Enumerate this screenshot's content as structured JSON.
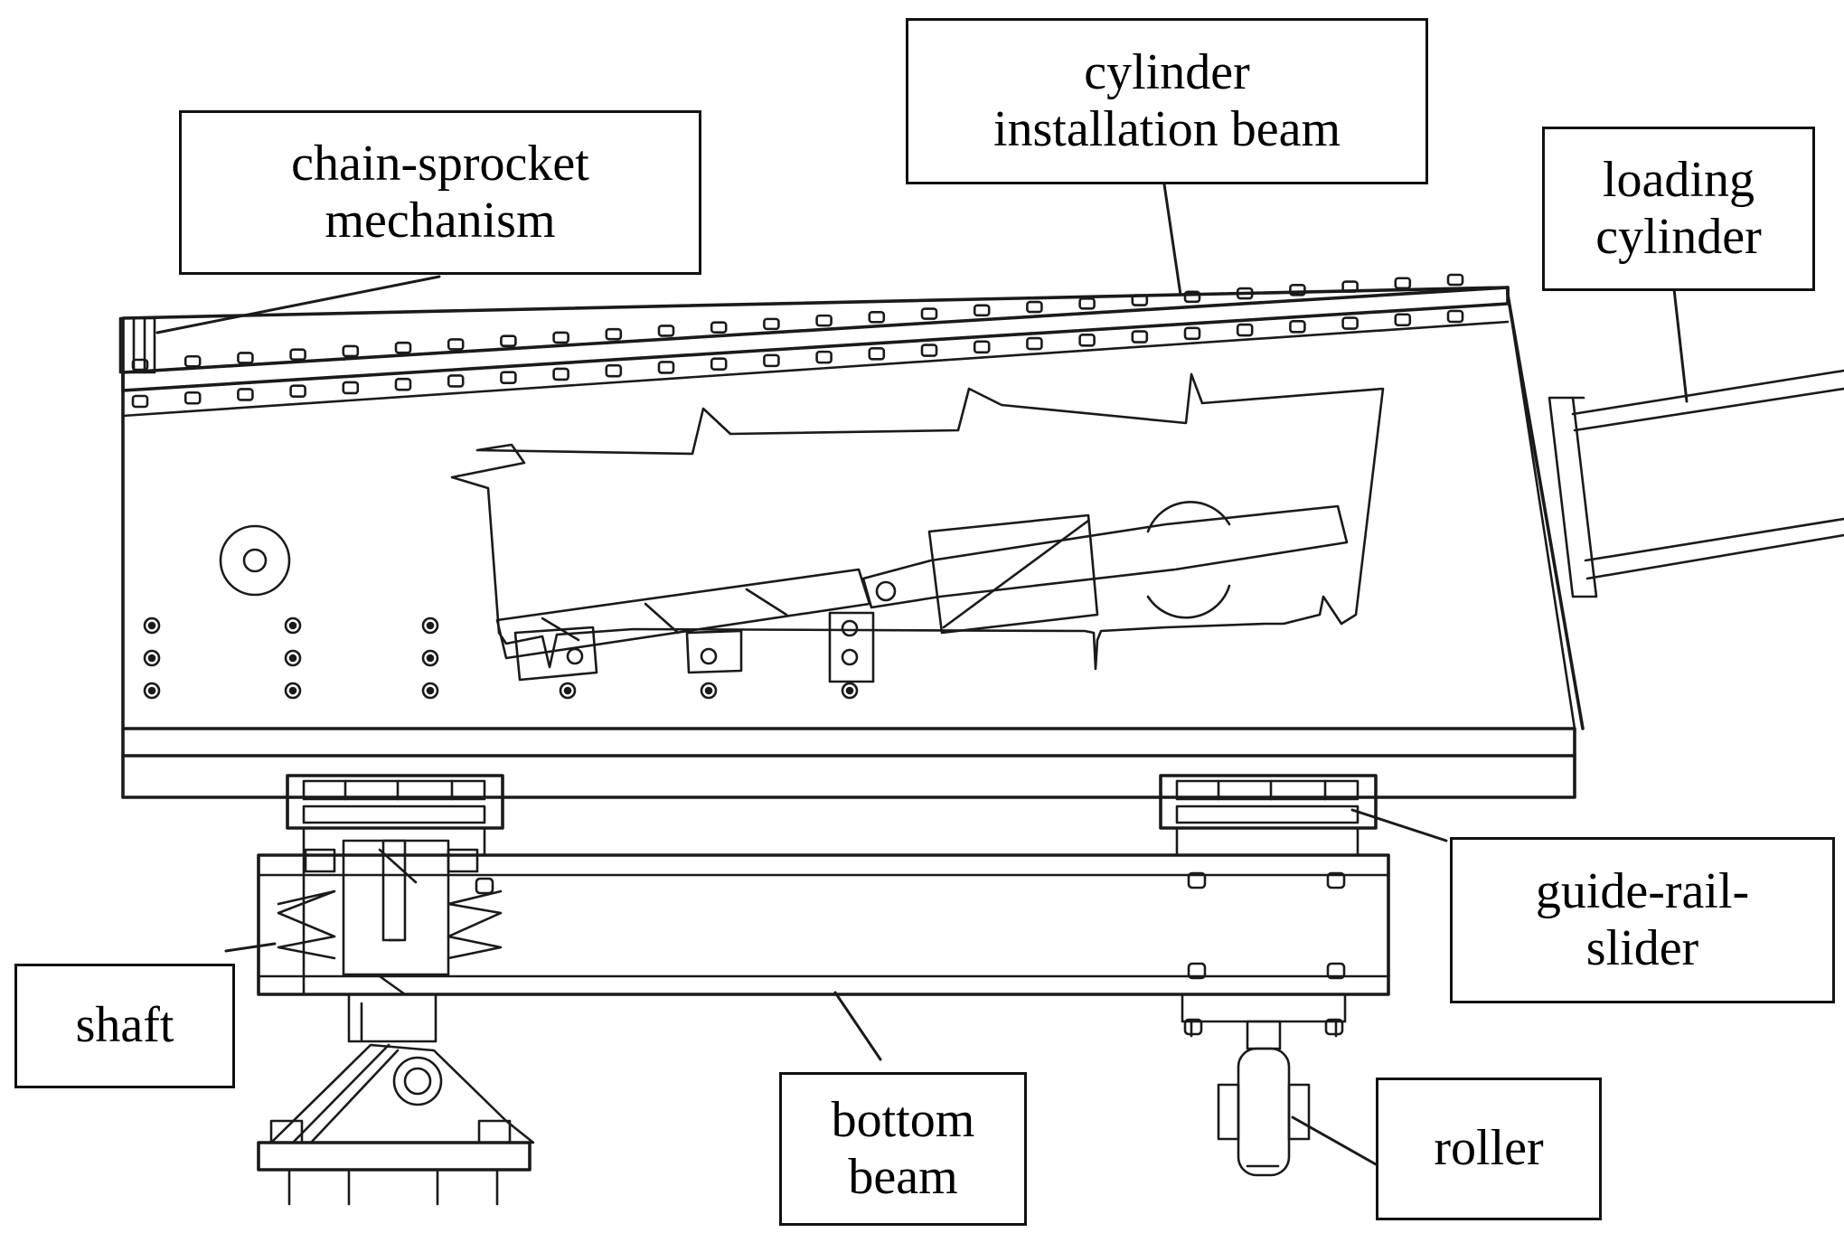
{
  "figure": {
    "labels": {
      "chain_sprocket": "chain-sprocket\nmechanism",
      "cylinder_beam": "cylinder\ninstallation beam",
      "loading_cylinder": "loading\ncylinder",
      "guide_rail_slider": "guide-rail-\nslider",
      "shaft": "shaft",
      "bottom_beam": "bottom\nbeam",
      "roller": "roller"
    },
    "line_color": "#1a1a1a",
    "background": "#ffffff"
  }
}
